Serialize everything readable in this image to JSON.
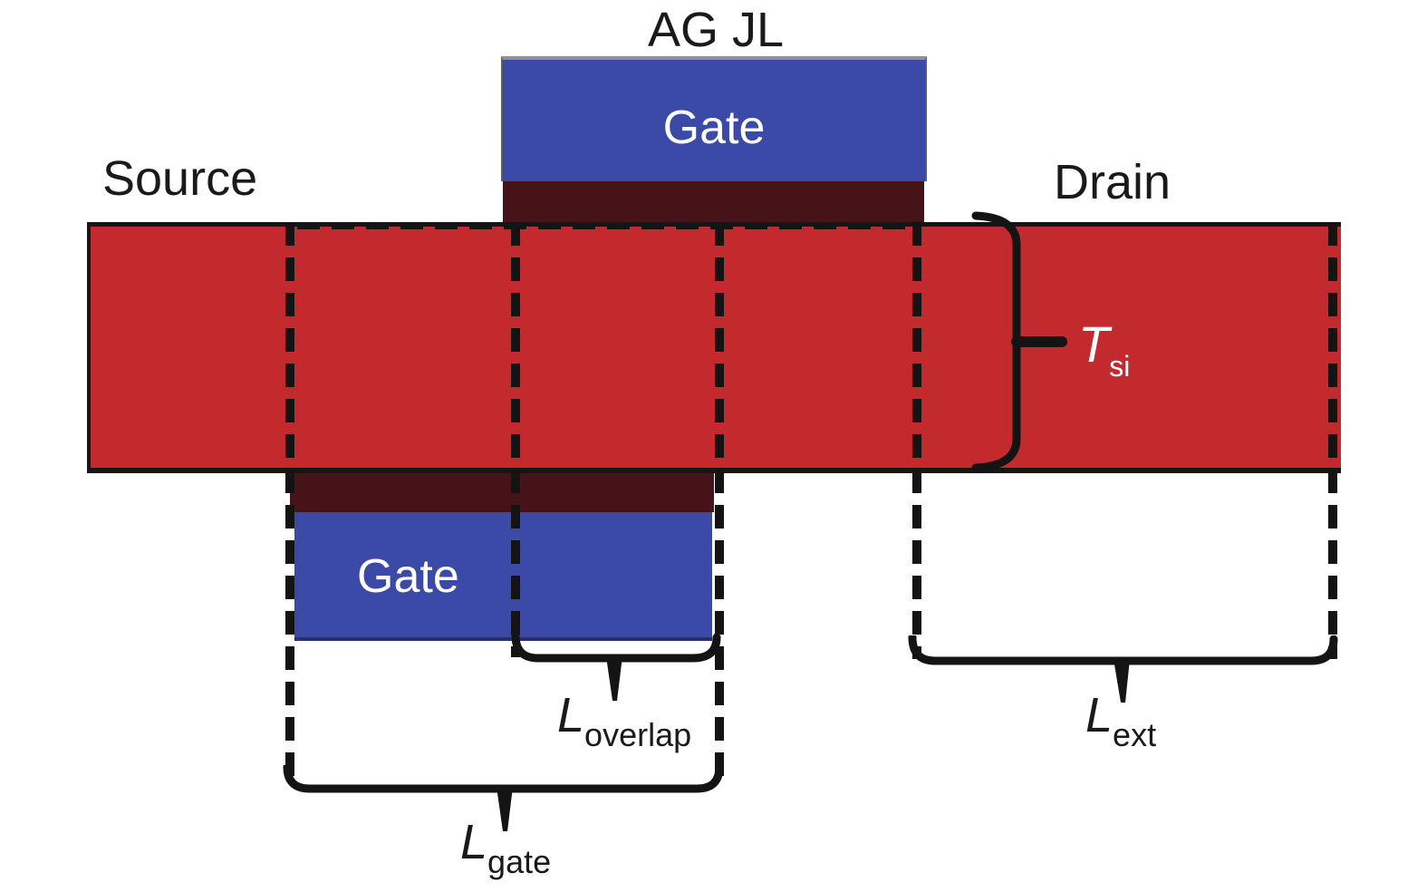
{
  "title": "AG JL",
  "labels": {
    "source": "Source",
    "drain": "Drain",
    "top_gate": "Gate",
    "bottom_gate": "Gate",
    "t_si": {
      "base": "T",
      "sub": "si"
    },
    "l_overlap": {
      "base": "L",
      "sub": "overlap"
    },
    "l_gate": {
      "base": "L",
      "sub": "gate"
    },
    "l_ext": {
      "base": "L",
      "sub": "ext"
    }
  },
  "colors": {
    "silicon": "#c32a2e",
    "oxide": "#451318",
    "gate": "#3a4aa6",
    "line": "#141414",
    "label_dark": "#1a1a1a",
    "label_light": "#ffffff",
    "background": "#ffffff"
  }
}
